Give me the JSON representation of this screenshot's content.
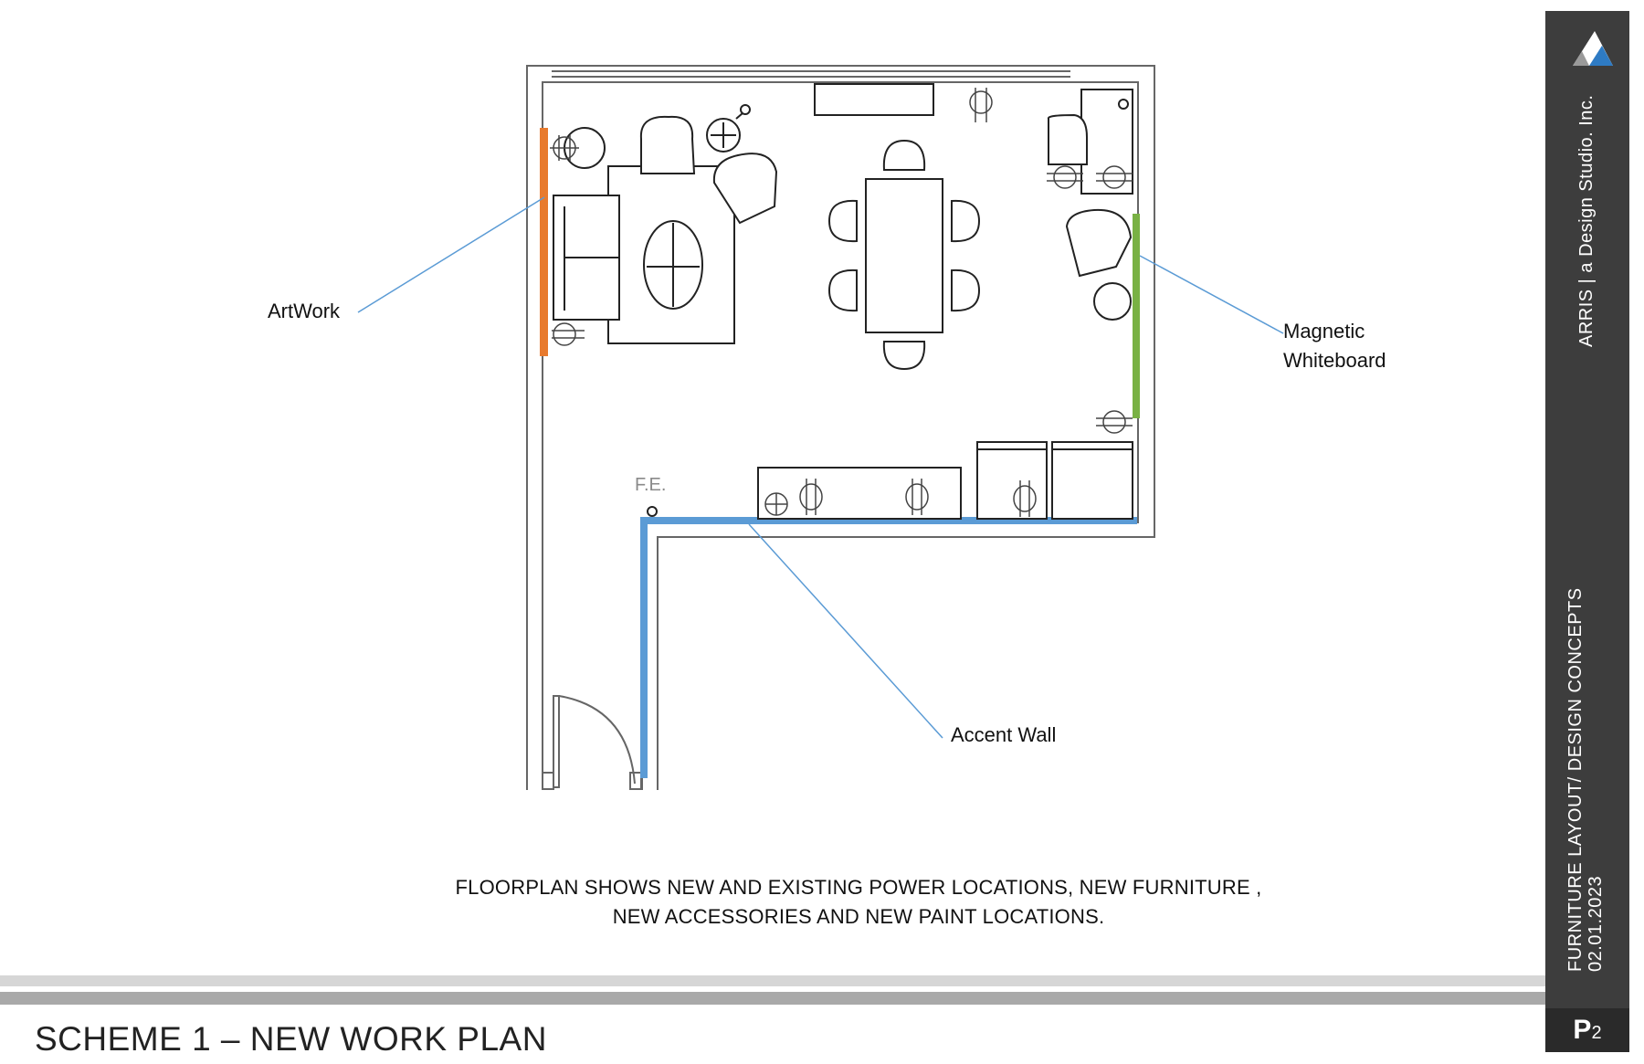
{
  "callouts": {
    "artwork": "ArtWork",
    "whiteboard_line1": "Magnetic",
    "whiteboard_line2": "Whiteboard",
    "accent_wall": "Accent Wall"
  },
  "plan_labels": {
    "fire_extinguisher": "F.E."
  },
  "caption": {
    "line1": "FLOORPLAN SHOWS NEW AND EXISTING POWER LOCATIONS, NEW FURNITURE ,",
    "line2": "NEW ACCESSORIES AND NEW PAINT LOCATIONS."
  },
  "footer": {
    "title": "SCHEME 1 – NEW WORK PLAN"
  },
  "sidebar": {
    "company": "ARRIS  |  a Design Studio. Inc.",
    "project": "FURNITURE LAYOUT/ DESIGN CONCEPTS",
    "date": "02.01.2023",
    "page_letter": "P",
    "page_number": "2",
    "logo_icon": "arris-triangle-logo-icon"
  },
  "colors": {
    "artwork_wall": "#e87a2d",
    "whiteboard_wall": "#79b144",
    "accent_wall": "#5b9bd5",
    "callout_line": "#5b9bd5",
    "sidebar_bg": "#3d3d3d"
  }
}
